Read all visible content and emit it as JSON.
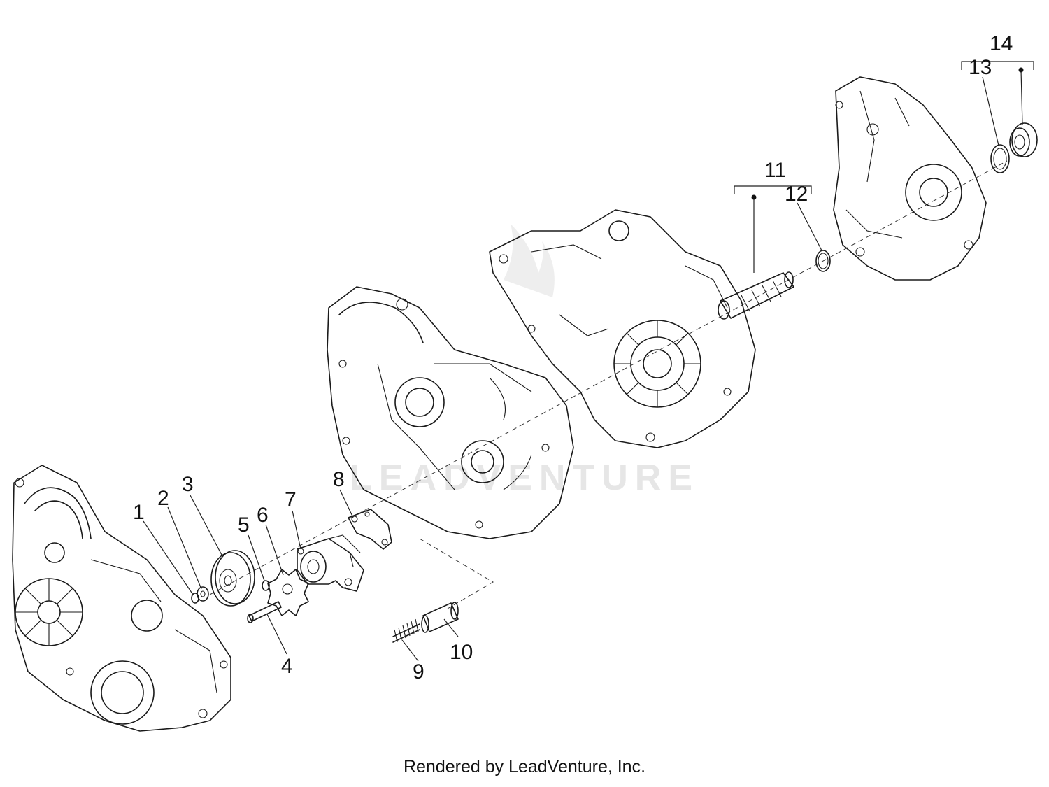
{
  "footer": "Rendered by LeadVenture, Inc.",
  "watermark": "LEADVENTURE",
  "callouts": {
    "c1": "1",
    "c2": "2",
    "c3": "3",
    "c4": "4",
    "c5": "5",
    "c6": "6",
    "c7": "7",
    "c8": "8",
    "c9": "9",
    "c10": "10",
    "c11": "11",
    "c12": "12",
    "c13": "13",
    "c14": "14"
  }
}
